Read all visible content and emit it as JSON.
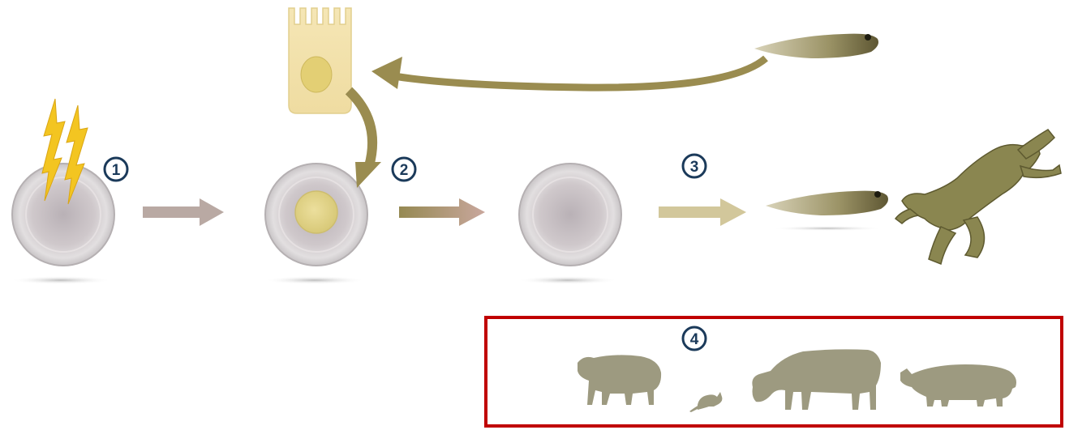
{
  "steps": [
    {
      "number": "1"
    },
    {
      "number": "2"
    },
    {
      "number": "3"
    },
    {
      "number": "4"
    }
  ],
  "highlight_box": {
    "color": "#c00000"
  },
  "colors": {
    "arrow_olive": "#9a8c50",
    "arrow_mauve": "#b9a9a3",
    "arrow_tan": "#d2c79b",
    "cell_fill": "#d7d2d2",
    "nucleus_yellow": "#e6d99a",
    "lightning": "#f3c521",
    "silhouette": "#9d9a80",
    "frog": "#8a8650",
    "number_ring": "#1b3a5a"
  },
  "icons": [
    "lightning-icon",
    "intestinal-cell-icon",
    "tadpole-icon",
    "frog-icon",
    "sheep-icon",
    "mouse-icon",
    "cow-icon",
    "pig-icon"
  ]
}
